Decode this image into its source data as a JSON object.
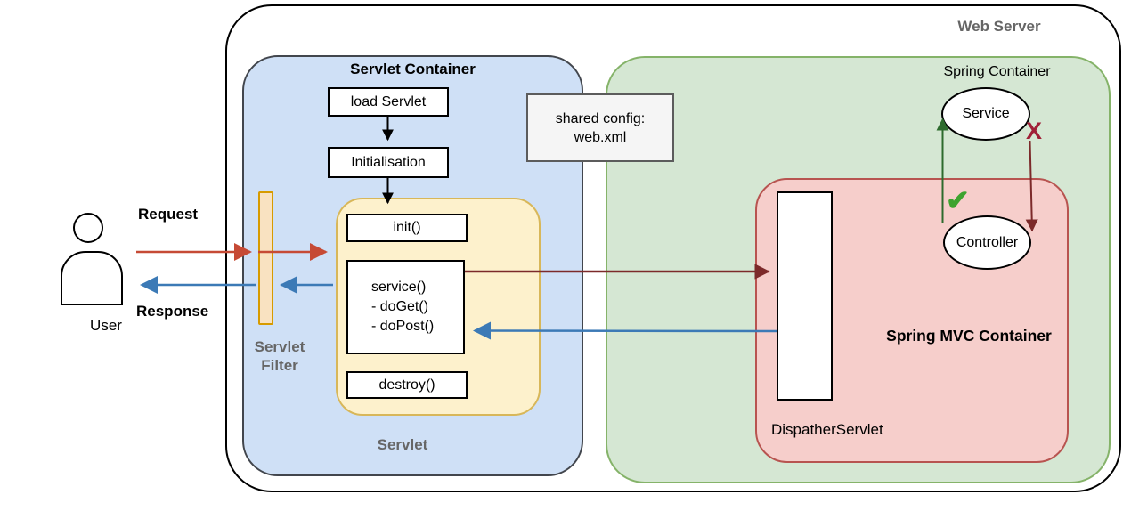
{
  "diagram": {
    "web_server_label": "Web Server",
    "user": {
      "label": "User",
      "request": "Request",
      "response": "Response"
    },
    "filter": {
      "line1": "Servlet",
      "line2": "Filter"
    },
    "servlet_container": {
      "title": "Servlet Container",
      "load_servlet": "load Servlet",
      "initialisation": "Initialisation",
      "init": "init()",
      "service_line1": "service()",
      "service_line2": "- doGet()",
      "service_line3": "- doPost()",
      "destroy": "destroy()",
      "servlet_label": "Servlet"
    },
    "shared_config": {
      "line1": "shared config:",
      "line2": "web.xml"
    },
    "spring": {
      "title": "Spring Container",
      "mvc_title": "Spring MVC Container",
      "service": "Service",
      "controller": "Controller",
      "dispatcher": "DispatherServlet",
      "check_mark": "✔",
      "cross_mark": "X"
    },
    "colors": {
      "servlet_container_fill": "#cfe0f6",
      "servlet_container_border": "#42464d",
      "servlet_lifecycle_fill": "#fdf1cc",
      "servlet_lifecycle_border": "#d8b759",
      "spring_container_fill": "#d5e7d3",
      "spring_container_border": "#85b369",
      "mvc_fill": "#f6cecb",
      "mvc_border": "#b85450",
      "filter_fill": "#f9e2c1",
      "filter_border": "#d79b00",
      "shared_config_fill": "#f5f5f5",
      "request_red": "#c64a35",
      "response_blue": "#3c7ab6",
      "internal_maroon": "#7c2a2a",
      "flow_green": "#2d6b2d",
      "check_green": "#3da32f",
      "cross_red": "#a02037",
      "gray_label": "#666666"
    }
  }
}
